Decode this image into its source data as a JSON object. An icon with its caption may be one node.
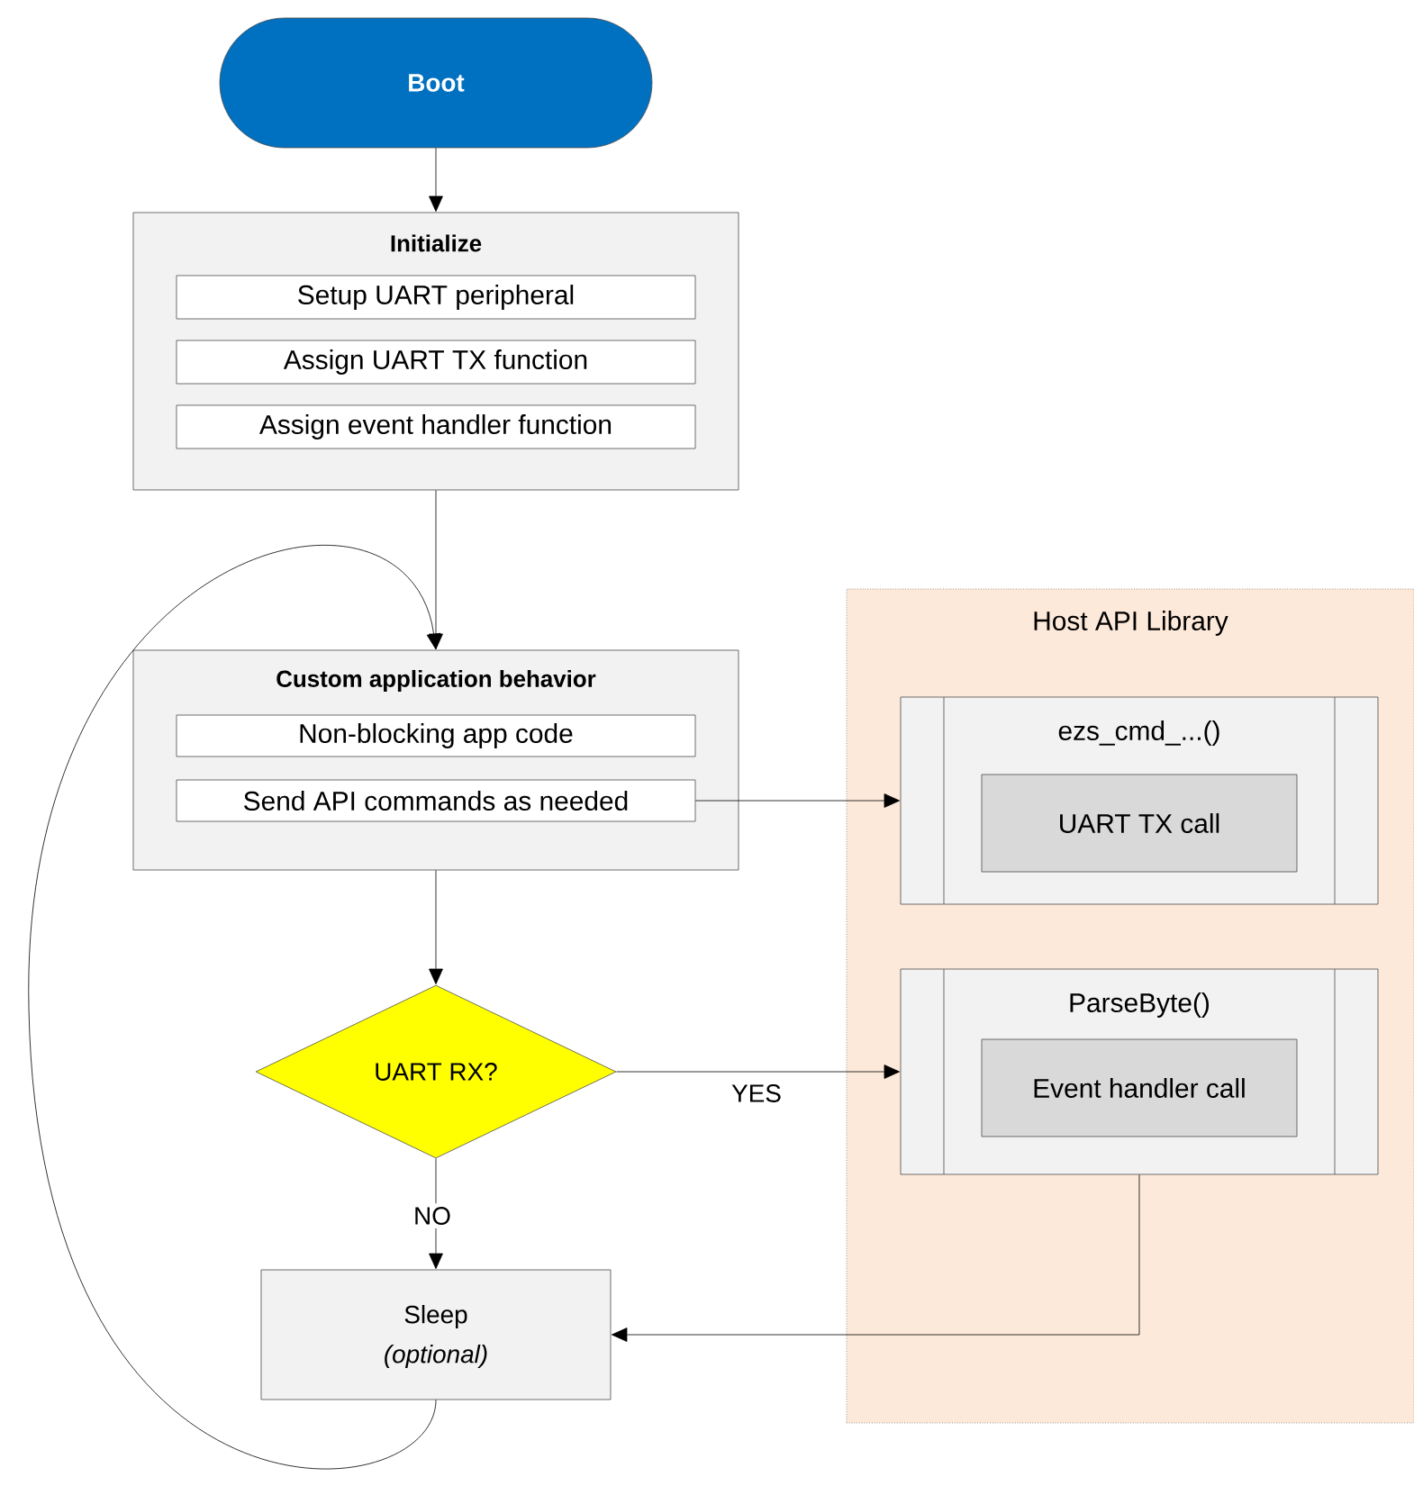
{
  "diagram": {
    "nodes": [
      {
        "text": [
          "Boot"
        ]
      },
      {
        "text": [
          "Initialize"
        ]
      },
      {
        "text": [
          "Setup UART peripheral"
        ],
        "in": 1
      },
      {
        "text": [
          "Assign UART TX function"
        ],
        "in": 1
      },
      {
        "text": [
          "Assign event handler function"
        ],
        "in": 1
      },
      {
        "text": [
          "Custom application behavior"
        ]
      },
      {
        "text": [
          "Non-blocking app code"
        ],
        "in": 5
      },
      {
        "text": [
          "Send API commands as needed"
        ],
        "in": 5
      },
      {
        "text": [
          "UART RX?"
        ]
      },
      {
        "text": [
          "Sleep",
          "(optional)"
        ]
      },
      {
        "text": [
          "Host API Library"
        ]
      },
      {
        "text": [
          "ezs_cmd_...()"
        ],
        "in": 10
      },
      {
        "text": [
          "UART TX call"
        ],
        "in": 11
      },
      {
        "text": [
          "ParseByte()"
        ],
        "in": 10
      },
      {
        "text": [
          "Event handler call"
        ],
        "in": 13
      }
    ],
    "edges": [
      {
        "from": 0,
        "to": 1,
        "arrow": "to"
      },
      {
        "from": 1,
        "to": 5,
        "arrow": "to"
      },
      {
        "from": 5,
        "to": 8,
        "arrow": "to"
      },
      {
        "from": 7,
        "to": 11,
        "arrow": "to"
      },
      {
        "from": 8,
        "to": 13,
        "arrow": "to",
        "label": "YES"
      },
      {
        "from": 8,
        "to": 9,
        "arrow": "to",
        "label": "NO"
      },
      {
        "from": 13,
        "to": 9,
        "arrow": "to"
      },
      {
        "from": 9,
        "to": 5,
        "arrow": "to"
      }
    ]
  }
}
